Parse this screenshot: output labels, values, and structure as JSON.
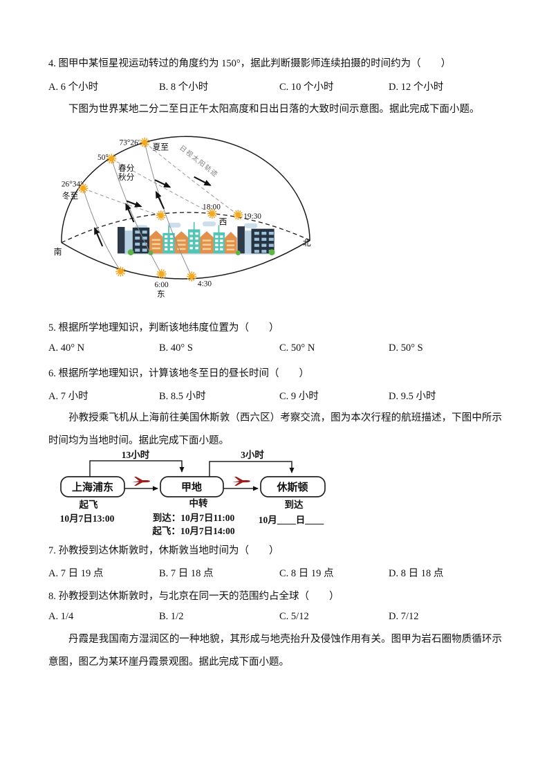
{
  "questions": [
    {
      "stem": "4. 图甲中某恒星视运动转过的角度约为 150°，据此判断摄影师连续拍摄的时间约为（　　）",
      "options": [
        "A. 6 个小时",
        "B. 8 个小时",
        "C. 10 个小时",
        "D. 12 个小时"
      ]
    },
    {
      "stem": "5. 根据所学地理知识，判断该地纬度位置为（　　）",
      "options": [
        "A. 40° N",
        "B. 40° S",
        "C. 50° N",
        "D. 50° S"
      ]
    },
    {
      "stem": "6. 根据所学地理知识，计算该地冬至日的昼长时间（　　）",
      "options": [
        "A. 7 小时",
        "B. 8.5 小时",
        "C. 9 小时",
        "D. 9.5 小时"
      ]
    },
    {
      "stem": "7. 孙教授到达休斯敦时，休斯敦当地时间为（　　）",
      "options": [
        "A. 7 日 19 点",
        "B. 7 日 18 点",
        "C. 8 日 19 点",
        "D. 8 日 18 点"
      ]
    },
    {
      "stem": "8. 孙教授到达休斯敦时，与北京在同一天的范围约占全球（　　）",
      "options": [
        "A. 1/4",
        "B. 1/2",
        "C. 5/12",
        "D. 7/12"
      ]
    }
  ],
  "intro_sun": "下图为世界某地二分二至日正午太阳高度和日出日落的大致时间示意图。据此完成下面小题。",
  "intro_flight": "孙教授乘飞机从上海前往美国休斯敦（西六区）考察交流，图为本次行程的航班描述，下图中所示时间均为当地时间。据此完成下面小题。",
  "intro_danxia": "丹霞是我国南方湿润区的一种地貌，其形成与地壳抬升及侵蚀作用有关。图甲为岩石圈物质循环示意图，图乙为某环崖丹霞景观图。据此完成下面小题。",
  "sun_diagram": {
    "labels": {
      "summer_altitude": "73°26′",
      "summer_solstice": "夏至",
      "equinox_altitude": "50°",
      "spring_equinox": "春分",
      "autumn_equinox": "秋分",
      "winter_altitude": "26°34′",
      "winter_solstice": "冬至",
      "sunset_equinox_time": "18:00",
      "west": "西",
      "sunset_summer_time": "19:30",
      "sunrise_equinox_time": "6:00",
      "east": "东",
      "sunrise_summer_time": "4:30",
      "south": "南",
      "north": "北",
      "trajectory": "日视太阳轨迹"
    },
    "colors": {
      "sun": "#F3A91E",
      "building_navy": "#263442",
      "building_teal": "#53C4B5",
      "building_orange": "#E2914D",
      "bush_green": "#5CB544",
      "light_blue": "#B7D0E2"
    }
  },
  "flight": {
    "leg1_duration": "13小时",
    "leg2_duration": "3小时",
    "plane_color": "#9C1C1C",
    "origin": {
      "name": "上海浦东",
      "row1": "起飞",
      "row2": "10月7日13:00"
    },
    "transit": {
      "name": "甲地",
      "row1": "中转",
      "row2": "到达：10月7日11:00",
      "row3": "起飞：10月7日14:00"
    },
    "destination": {
      "name": "休斯顿",
      "row1": "到达",
      "row2": "10月____日____"
    }
  }
}
